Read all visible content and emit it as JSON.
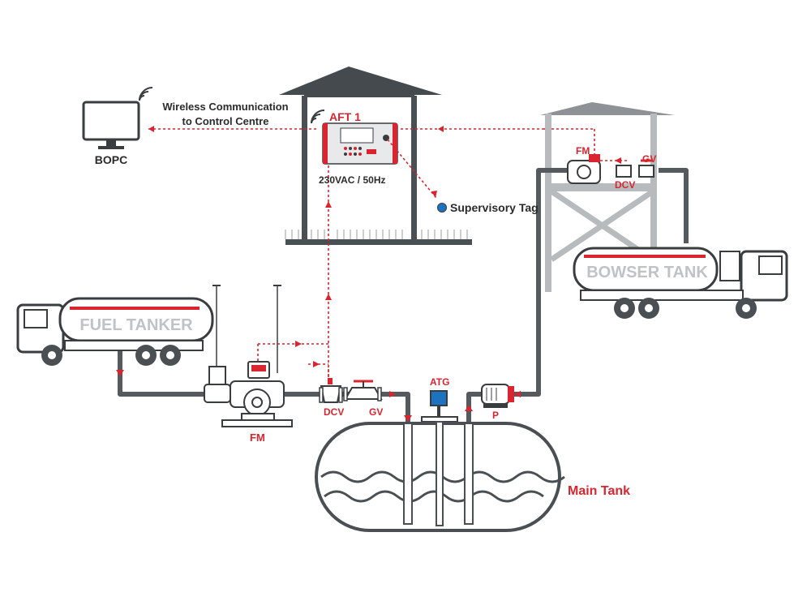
{
  "labels": {
    "aft": "AFT 1",
    "power": "230VAC / 50Hz",
    "wireless_line1": "Wireless Communication",
    "wireless_line2": "to Control Centre",
    "bopc": "BOPC",
    "supervisory_tag": "Supervisory Tag",
    "fuel_tanker": "FUEL TANKER",
    "bowser_tank": "BOWSER TANK",
    "main_tank": "Main Tank",
    "atg": "ATG",
    "pump": "P",
    "fm_ground": "FM",
    "dcv_ground": "DCV",
    "gv_ground": "GV",
    "fm_tower": "FM",
    "dcv_tower": "DCV",
    "gv_tower": "GV"
  },
  "colors": {
    "accent_red": "#d9252f",
    "pipe_gray": "#555a5e",
    "outline": "#3a3d40",
    "light_gray": "#bfc3c6",
    "tag_blue": "#1e73be"
  },
  "icons": [
    "monitor-icon",
    "wifi-icon",
    "controller-icon",
    "tag-icon",
    "truck-icon",
    "valve-icon",
    "flow-meter-icon",
    "pump-icon",
    "gauge-icon"
  ]
}
